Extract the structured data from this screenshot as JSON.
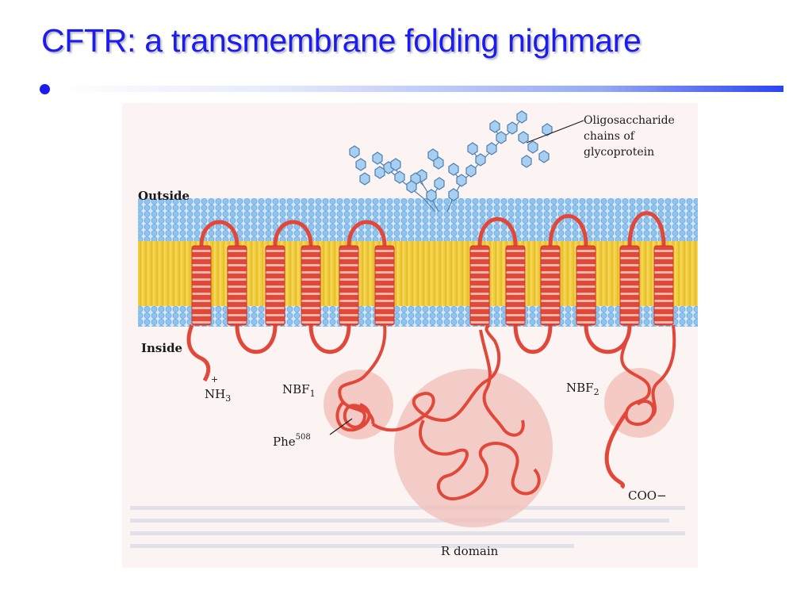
{
  "slide": {
    "title": "CFTR: a transmembrane folding nighmare"
  },
  "figure": {
    "labels": {
      "oligosaccharide_line1": "Oligosaccharide",
      "oligosaccharide_line2": "chains of",
      "oligosaccharide_line3": "glycoprotein",
      "outside": "Outside",
      "inside": "Inside",
      "nh3": "NH",
      "nh3_sub": "3",
      "nh3_plus": "+",
      "nbf1": "NBF",
      "nbf1_sub": "1",
      "nbf2": "NBF",
      "nbf2_sub": "2",
      "phe": "Phe",
      "phe_sup": "508",
      "coo": "COO−",
      "r_domain": "R domain"
    },
    "colors": {
      "helix": "#e2483a",
      "helix_stripe": "#f6b7a8",
      "lipid_core": "#f1cd3c",
      "head_group": "#8fc4ef",
      "domain_bg": "#f3c2bc",
      "sugar": "#a7cff2",
      "title": "#1c1cf0"
    }
  }
}
